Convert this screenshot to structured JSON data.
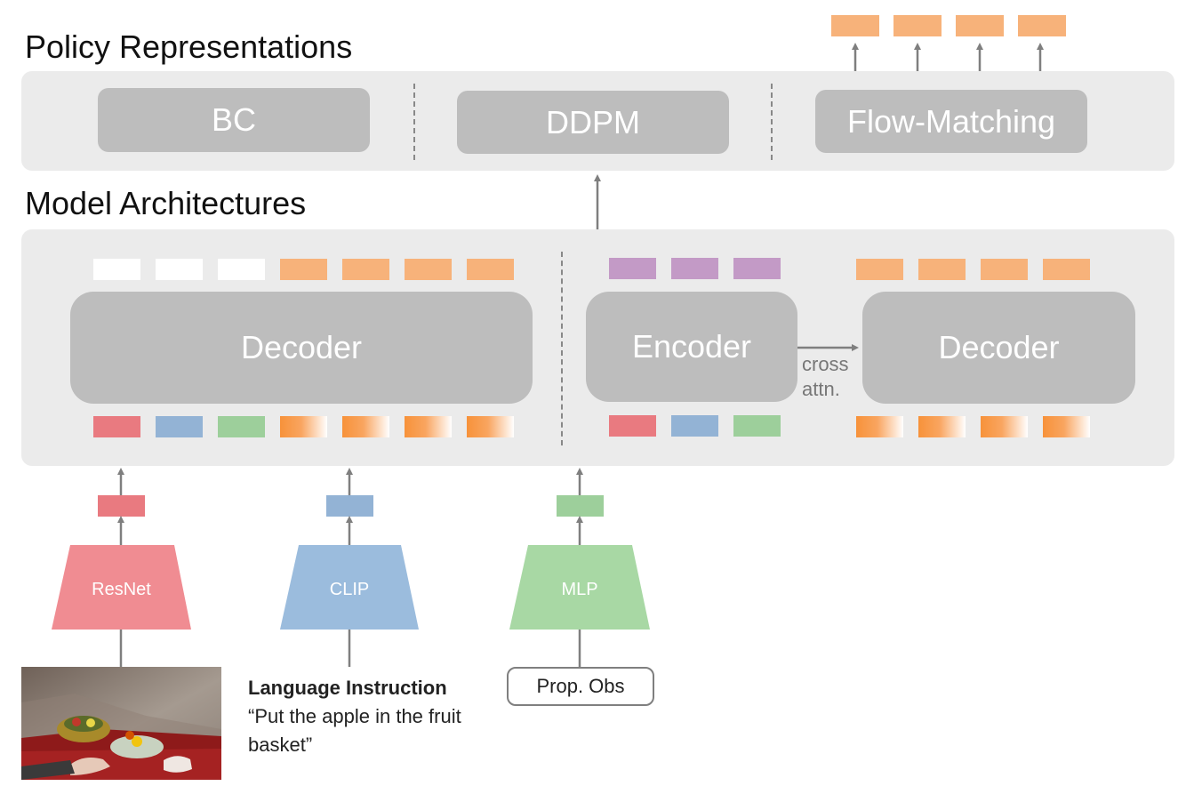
{
  "titles": {
    "policy": "Policy Representations",
    "model": "Model Architectures"
  },
  "policies": {
    "bc": "BC",
    "ddpm": "DDPM",
    "flow_matching": "Flow-Matching"
  },
  "architectures": {
    "decoder_only": "Decoder",
    "encoder": "Encoder",
    "decoder": "Decoder",
    "cross_attention": "cross\nattn."
  },
  "encoders": {
    "resnet": "ResNet",
    "clip": "CLIP",
    "mlp": "MLP"
  },
  "inputs": {
    "language_title": "Language Instruction",
    "language_text": "“Put the apple in the fruit basket”",
    "prop_obs": "Prop. Obs"
  },
  "colors": {
    "panel": "#ebebeb",
    "block": "#bdbdbd",
    "action_token": "#f7b27a",
    "vision_token": "#e97a80",
    "language_token": "#93b3d5",
    "proprio_token": "#9dcf9b",
    "encoder_output_token": "#c39ac6",
    "resnet": "#f08c92",
    "clip": "#9bbcdd",
    "mlp": "#a8d8a4",
    "arrow": "#7f7f7f"
  }
}
